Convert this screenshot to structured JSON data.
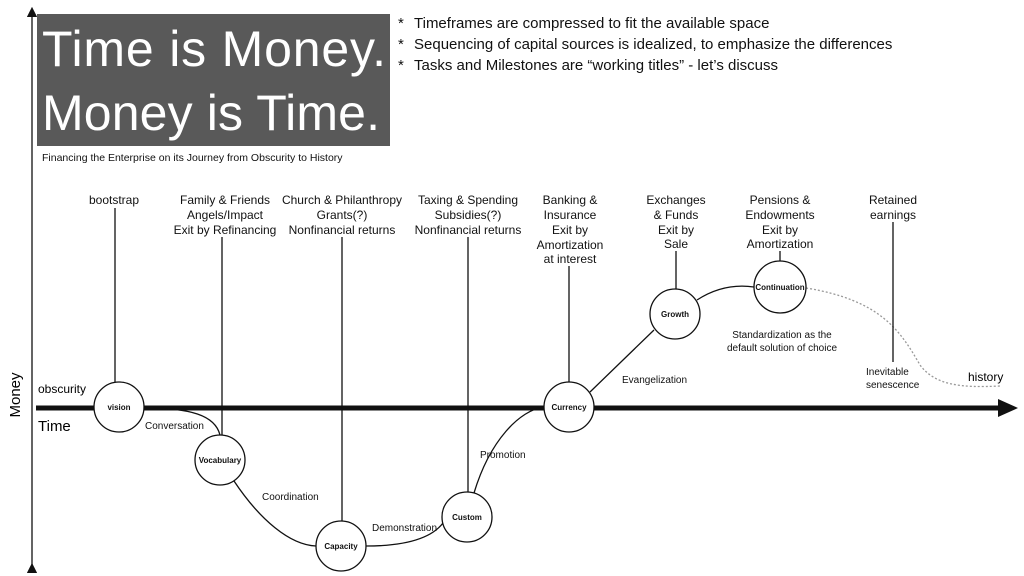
{
  "title": {
    "line1": "Time is Money.",
    "line2": "Money is Time."
  },
  "subtitle": "Financing the Enterprise on its Journey from Obscurity to History",
  "notes": [
    "Timeframes are compressed to fit the available space",
    "Sequencing of capital sources is idealized, to emphasize the differences",
    "Tasks and Milestones are “working titles” - let’s discuss"
  ],
  "note_marker": "*",
  "axes": {
    "y": "Money",
    "x": "Time",
    "start": "obscurity",
    "end": "history"
  },
  "nodes": [
    "vision",
    "Vocabulary",
    "Capacity",
    "Custom",
    "Currency",
    "Growth",
    "Continuation"
  ],
  "transitions": {
    "conversation": "Conversation",
    "coordination": "Coordination",
    "demonstration": "Demonstration",
    "promotion": "Promotion",
    "evangelization": "Evangelization",
    "standardization": [
      "Standardization as the",
      "default solution of choice"
    ],
    "senescence": [
      "Inevitable",
      "senescence"
    ]
  },
  "sources": [
    [
      "bootstrap"
    ],
    [
      "Family & Friends",
      "Angels/Impact",
      "Exit by Refinancing"
    ],
    [
      "Church & Philanthropy",
      "Grants(?)",
      "Nonfinancial returns"
    ],
    [
      "Taxing & Spending",
      "Subsidies(?)",
      "Nonfinancial returns"
    ],
    [
      "Banking &",
      "Insurance",
      "Exit by",
      "Amortization",
      "at interest"
    ],
    [
      "Exchanges",
      "& Funds",
      "Exit by",
      "Sale"
    ],
    [
      "Pensions &",
      "Endowments",
      "Exit by",
      "Amortization"
    ],
    [
      "Retained",
      "earnings"
    ]
  ],
  "colors": {
    "title_bg": "#595959",
    "title_fg": "#ffffff",
    "ink": "#111111",
    "dashed": "#999999"
  }
}
